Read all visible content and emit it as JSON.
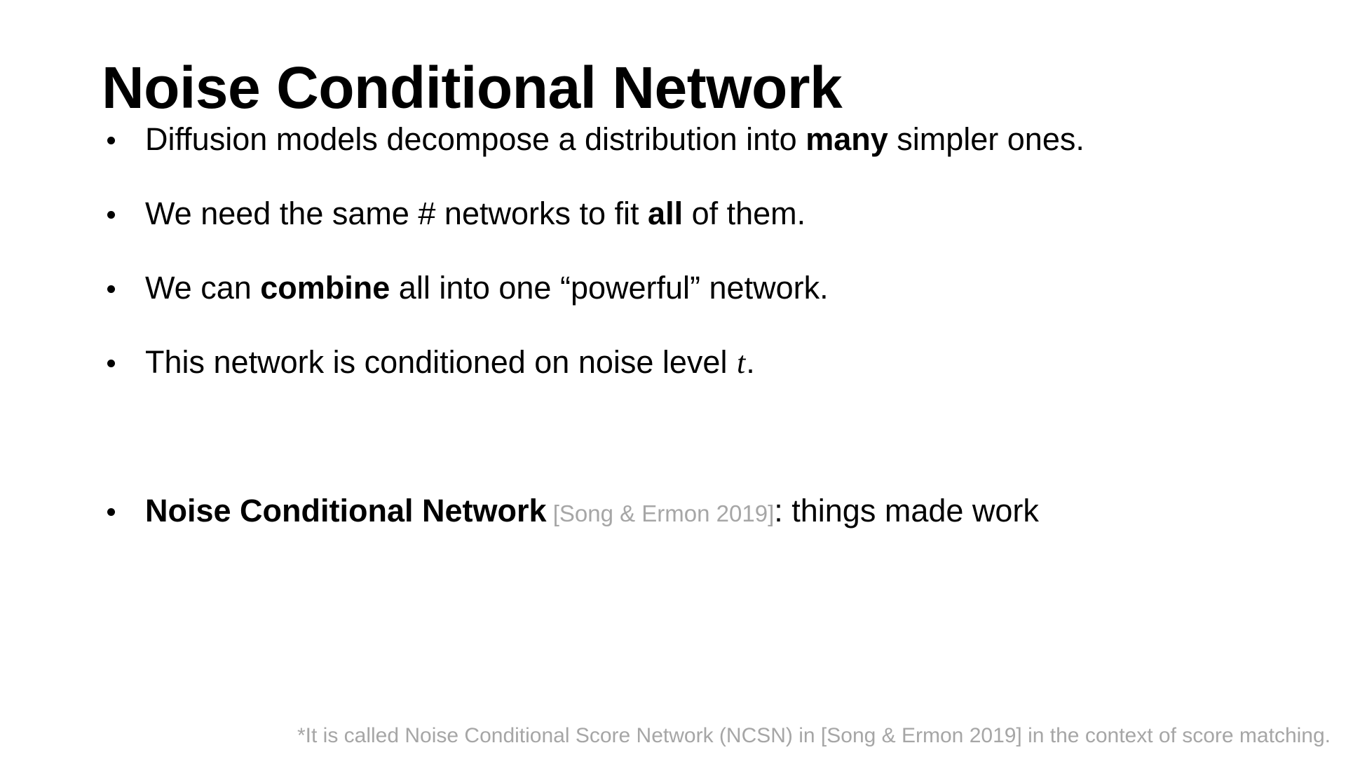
{
  "slide": {
    "title": "Noise Conditional Network",
    "background_color": "#ffffff",
    "text_color": "#000000",
    "muted_color": "#a6a6a6",
    "bullet_glyph": "•"
  },
  "bullets": [
    {
      "id": "bullet-diffusion-decompose",
      "runs": [
        {
          "text": "Diffusion models decompose a distribution into ",
          "style": "normal"
        },
        {
          "text": "many",
          "style": "bold"
        },
        {
          "text": " simpler ones.",
          "style": "normal"
        }
      ]
    },
    {
      "id": "bullet-same-networks",
      "runs": [
        {
          "text": "We need the same # networks to fit ",
          "style": "normal"
        },
        {
          "text": "all",
          "style": "bold"
        },
        {
          "text": " of them.",
          "style": "normal"
        }
      ]
    },
    {
      "id": "bullet-combine-one-network",
      "runs": [
        {
          "text": "We can ",
          "style": "normal"
        },
        {
          "text": "combine",
          "style": "bold"
        },
        {
          "text": " all into one “powerful” network.",
          "style": "normal"
        }
      ]
    },
    {
      "id": "bullet-conditioned-on-noise-level",
      "runs": [
        {
          "text": "This network is conditioned on noise level ",
          "style": "normal"
        },
        {
          "text": "t",
          "style": "math"
        },
        {
          "text": ".",
          "style": "normal"
        }
      ]
    }
  ],
  "lead_bullet": {
    "id": "bullet-noise-conditional-network",
    "runs": [
      {
        "text": "Noise Conditional Network",
        "style": "bold"
      },
      {
        "text": " [Song & Ermon 2019]",
        "style": "citation"
      },
      {
        "text": ": things made work",
        "style": "normal"
      }
    ]
  },
  "footnote": {
    "text": "*It is called Noise Conditional Score Network (NCSN) in [Song & Ermon 2019] in the context of score matching."
  }
}
